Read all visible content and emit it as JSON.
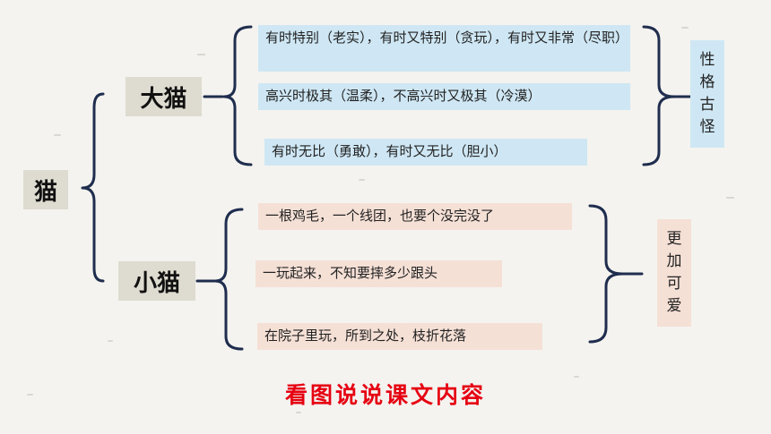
{
  "root": {
    "label": "猫"
  },
  "branches": [
    {
      "label": "大猫",
      "items": [
        "有时特别（老实），有时又特别（贪玩），有时又非常（尽职）",
        "高兴时极其（温柔），不高兴时又极其（冷漠）",
        "有时无比（勇敢），有时又无比（胆小）"
      ],
      "summary": [
        "性",
        "格",
        "古",
        "怪"
      ]
    },
    {
      "label": "小猫",
      "items": [
        "一根鸡毛，一个线团，也要个没完没了",
        "一玩起来，不知要摔多少跟头",
        "在院子里玩，所到之处，枝折花落"
      ],
      "summary": [
        "更",
        "加",
        "可",
        "爱"
      ]
    }
  ],
  "footer": {
    "title": "看图说说课文内容"
  },
  "colors": {
    "bracket": "#1f2d4e",
    "title": "#e60012",
    "blue_box": "#cfe7f4",
    "peach_box": "#f5e0d6",
    "label_bg": "#dedbd0"
  }
}
